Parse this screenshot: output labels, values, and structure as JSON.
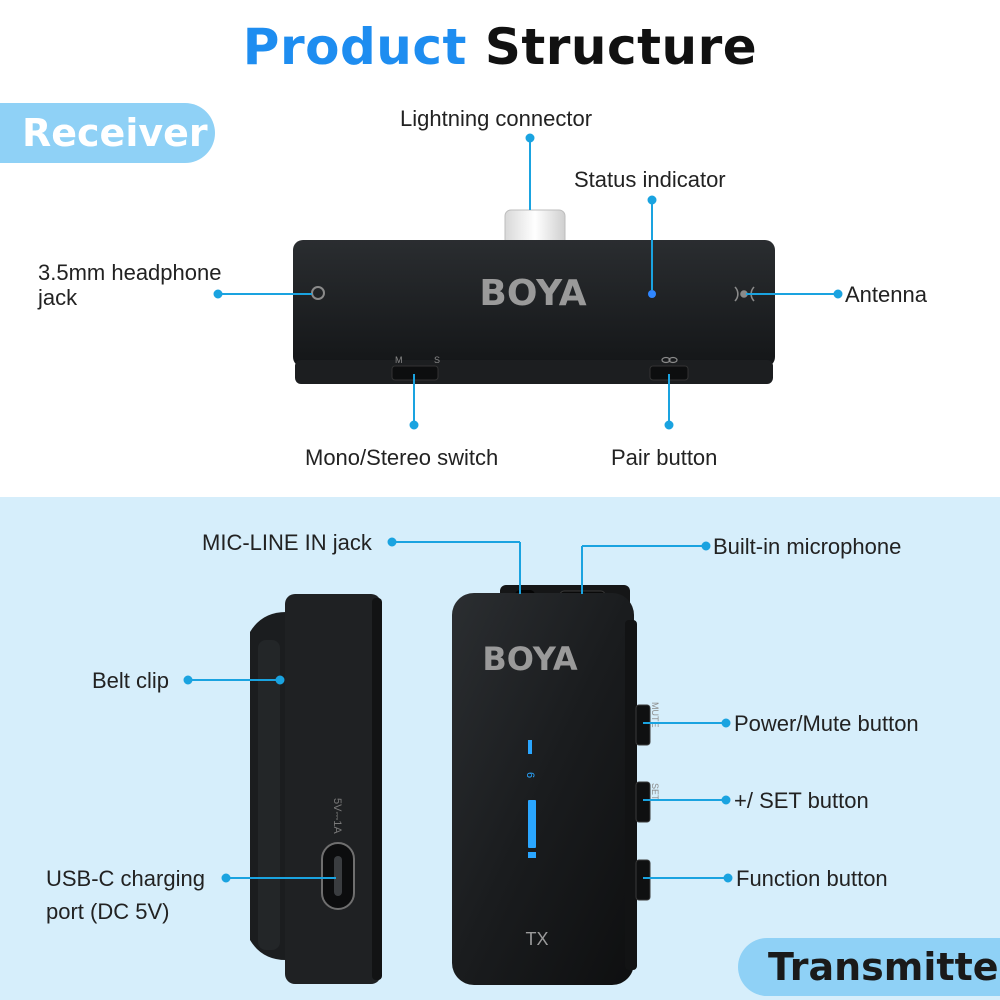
{
  "title": {
    "word1": "Product",
    "word2": "Structure"
  },
  "sections": {
    "receiver": "Receiver",
    "transmitter": "Transmitter"
  },
  "receiver": {
    "brand": "BOYA",
    "labels": {
      "lightning": "Lightning connector",
      "status": "Status indicator",
      "headphone_line1": "3.5mm headphone",
      "headphone_line2": "jack",
      "antenna": "Antenna",
      "mono_stereo": "Mono/Stereo switch",
      "pair": "Pair button"
    },
    "switch_marks": {
      "m": "M",
      "s": "S"
    }
  },
  "transmitter": {
    "brand": "BOYA",
    "model": "TX",
    "side_text": "5V⎓1A",
    "button_marks": {
      "mute": "MUTE",
      "set": "SET"
    },
    "labels": {
      "mic_line": "MIC-LINE IN jack",
      "builtin_mic": "Built-in microphone",
      "belt_clip": "Belt clip",
      "power_mute": "Power/Mute button",
      "set": "+/ SET button",
      "function": "Function button",
      "usb_line1": "USB-C charging",
      "usb_line2": "port (DC 5V)"
    }
  },
  "colors": {
    "accent_blue": "#1e8df0",
    "pill_bg": "#8fd1f6",
    "panel_bg": "#d6eefb",
    "callout": "#1aa3e0",
    "device": "#1b1d1f"
  }
}
